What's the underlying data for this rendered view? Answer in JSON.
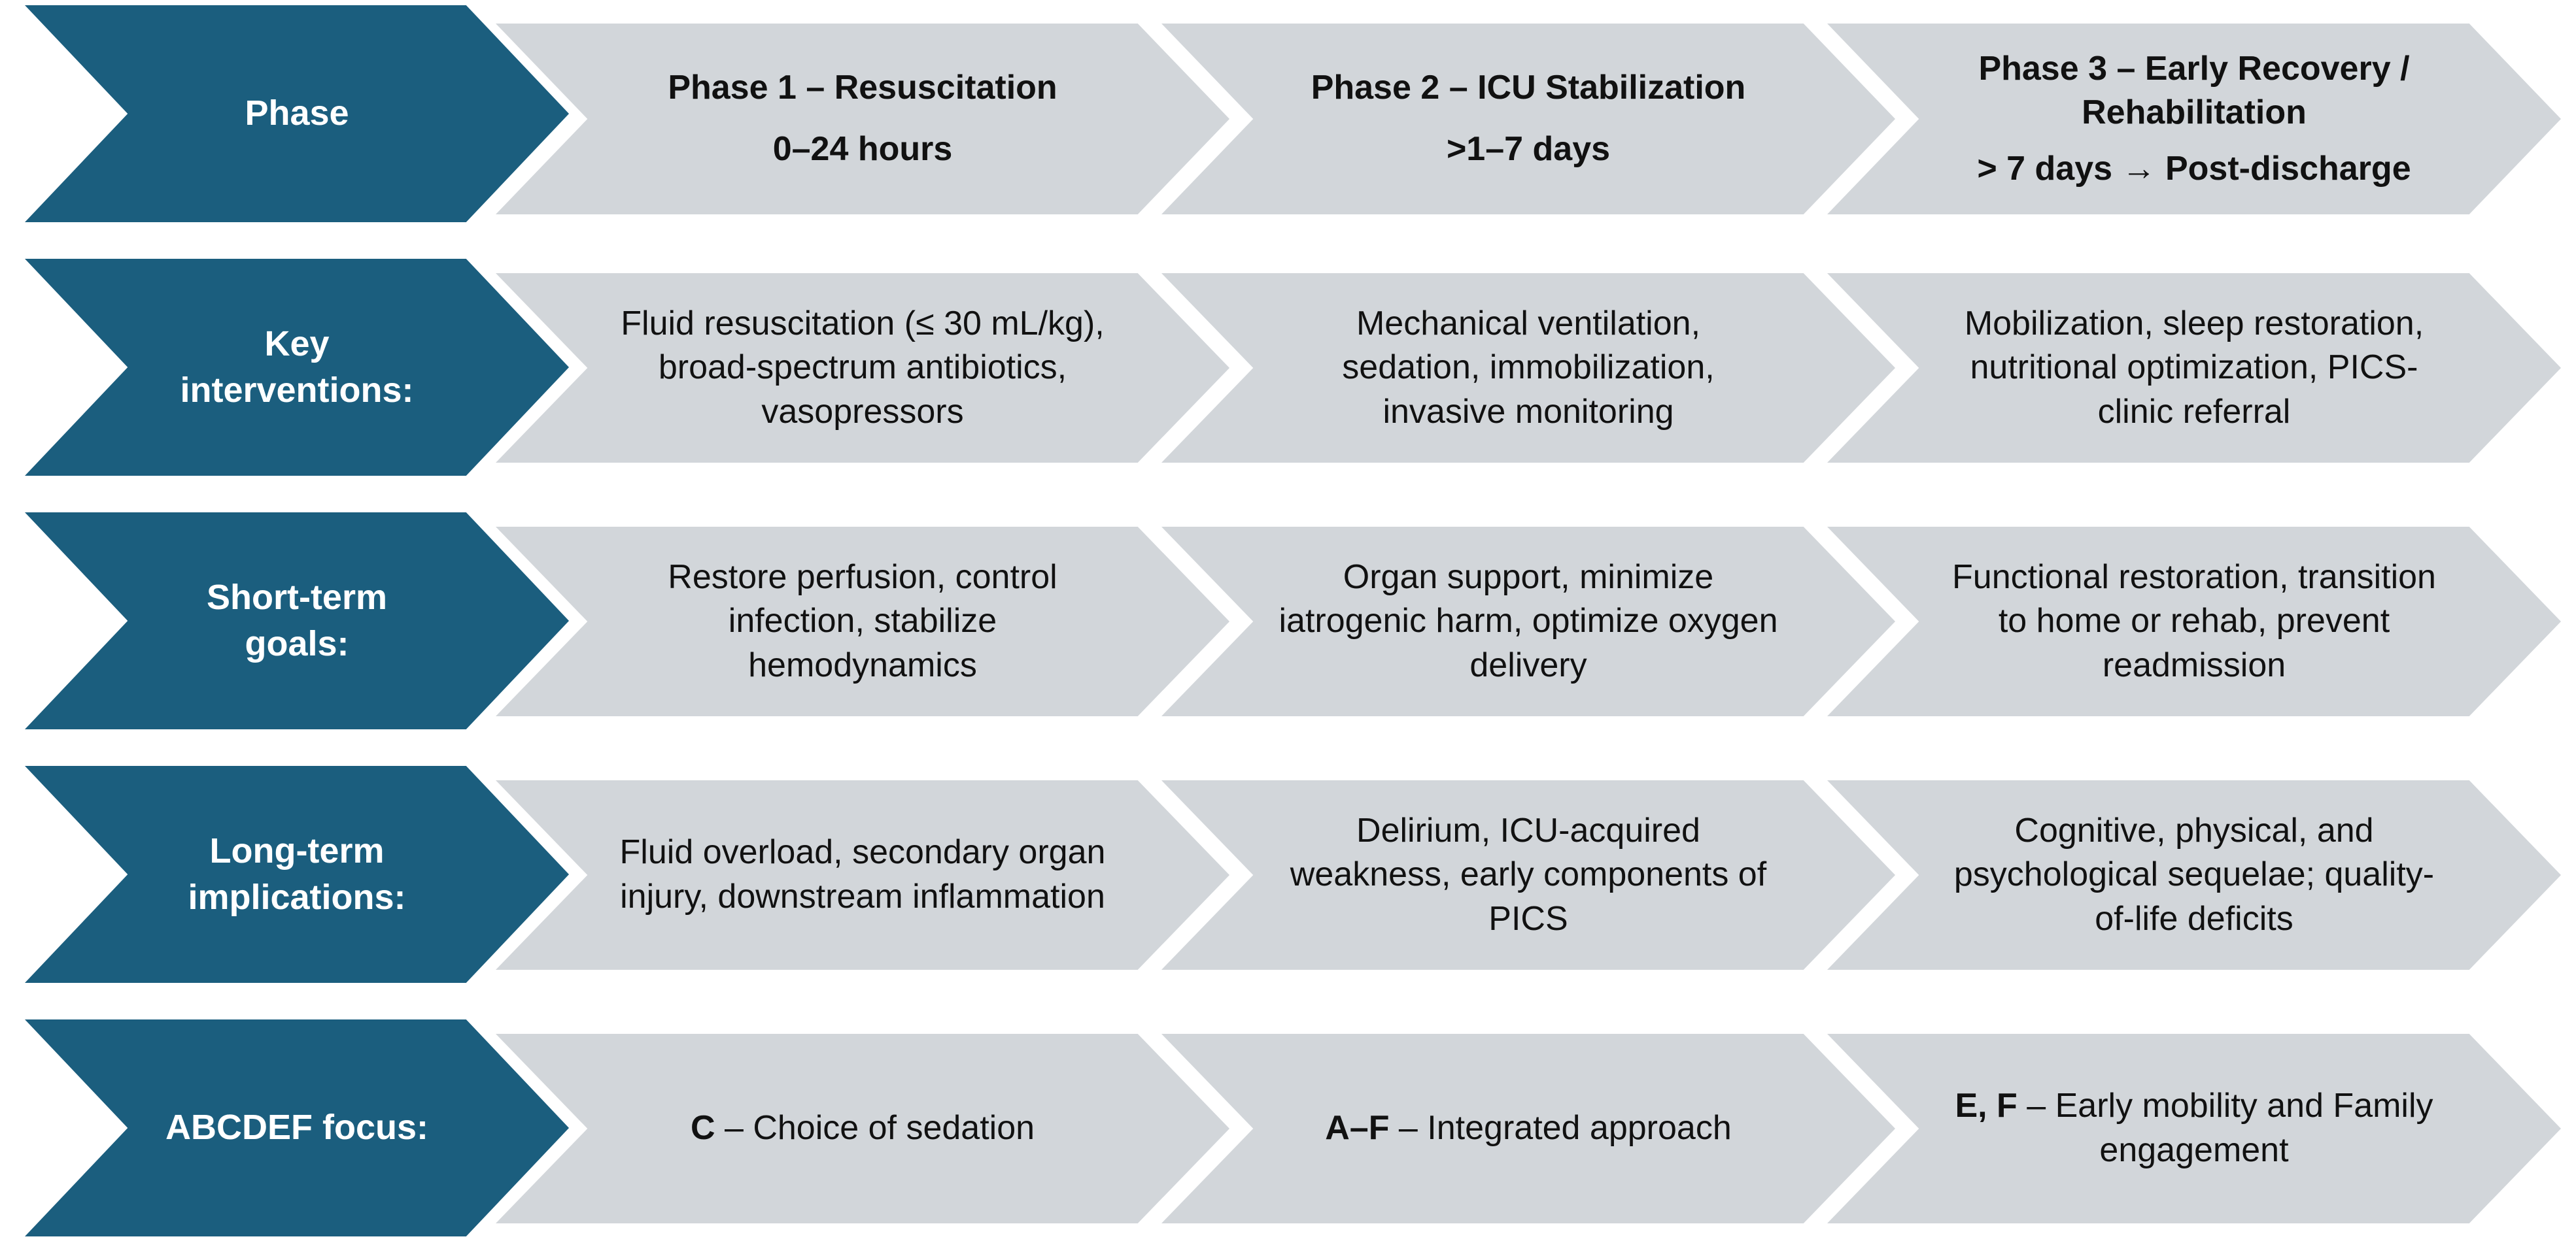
{
  "rows": [
    {
      "label": "Phase",
      "cells": [
        {
          "lines": [
            "Phase 1 – Resuscitation"
          ],
          "sub": "0–24 hours"
        },
        {
          "lines": [
            "Phase 2 – ICU Stabilization"
          ],
          "sub": ">1–7 days"
        },
        {
          "lines": [
            "Phase 3 – Early Recovery /",
            "Rehabilitation"
          ],
          "sub": "> 7 days → Post-discharge"
        }
      ]
    },
    {
      "label_lines": [
        "Key",
        "interventions:"
      ],
      "cells": [
        {
          "lines": [
            "Fluid resuscitation (≤ 30 mL/kg),",
            "broad-spectrum antibiotics,",
            "vasopressors"
          ]
        },
        {
          "lines": [
            "Mechanical ventilation,",
            "sedation, immobilization,",
            "invasive monitoring"
          ]
        },
        {
          "lines": [
            "Mobilization, sleep restoration,",
            "nutritional optimization, PICS-",
            "clinic referral"
          ]
        }
      ]
    },
    {
      "label_lines": [
        "Short-term",
        "goals:"
      ],
      "cells": [
        {
          "lines": [
            "Restore perfusion, control",
            "infection, stabilize",
            "hemodynamics"
          ]
        },
        {
          "lines": [
            "Organ support, minimize",
            "iatrogenic harm, optimize oxygen",
            "delivery"
          ]
        },
        {
          "lines": [
            "Functional restoration, transition",
            "to home or rehab, prevent",
            "readmission"
          ]
        }
      ]
    },
    {
      "label_lines": [
        "Long-term",
        "implications:"
      ],
      "cells": [
        {
          "lines": [
            "Fluid overload, secondary organ",
            "injury, downstream inflammation"
          ]
        },
        {
          "lines": [
            "Delirium, ICU-acquired",
            "weakness, early components of",
            "PICS"
          ]
        },
        {
          "lines": [
            "Cognitive, physical, and",
            "psychological sequelae; quality-",
            "of-life deficits"
          ]
        }
      ]
    },
    {
      "label": "ABCDEF focus:",
      "cells": [
        {
          "bold": "C",
          "rest": " – Choice of sedation"
        },
        {
          "bold": "A–F",
          "rest": " – Integrated approach"
        },
        {
          "bold": "E, F",
          "rest": " – Early mobility and Family",
          "line2": "engagement"
        }
      ]
    }
  ],
  "colors": {
    "label_fill": "#1b5e7e",
    "cell_fill": "#d2d6da",
    "label_text": "#ffffff",
    "cell_text": "#111111"
  }
}
